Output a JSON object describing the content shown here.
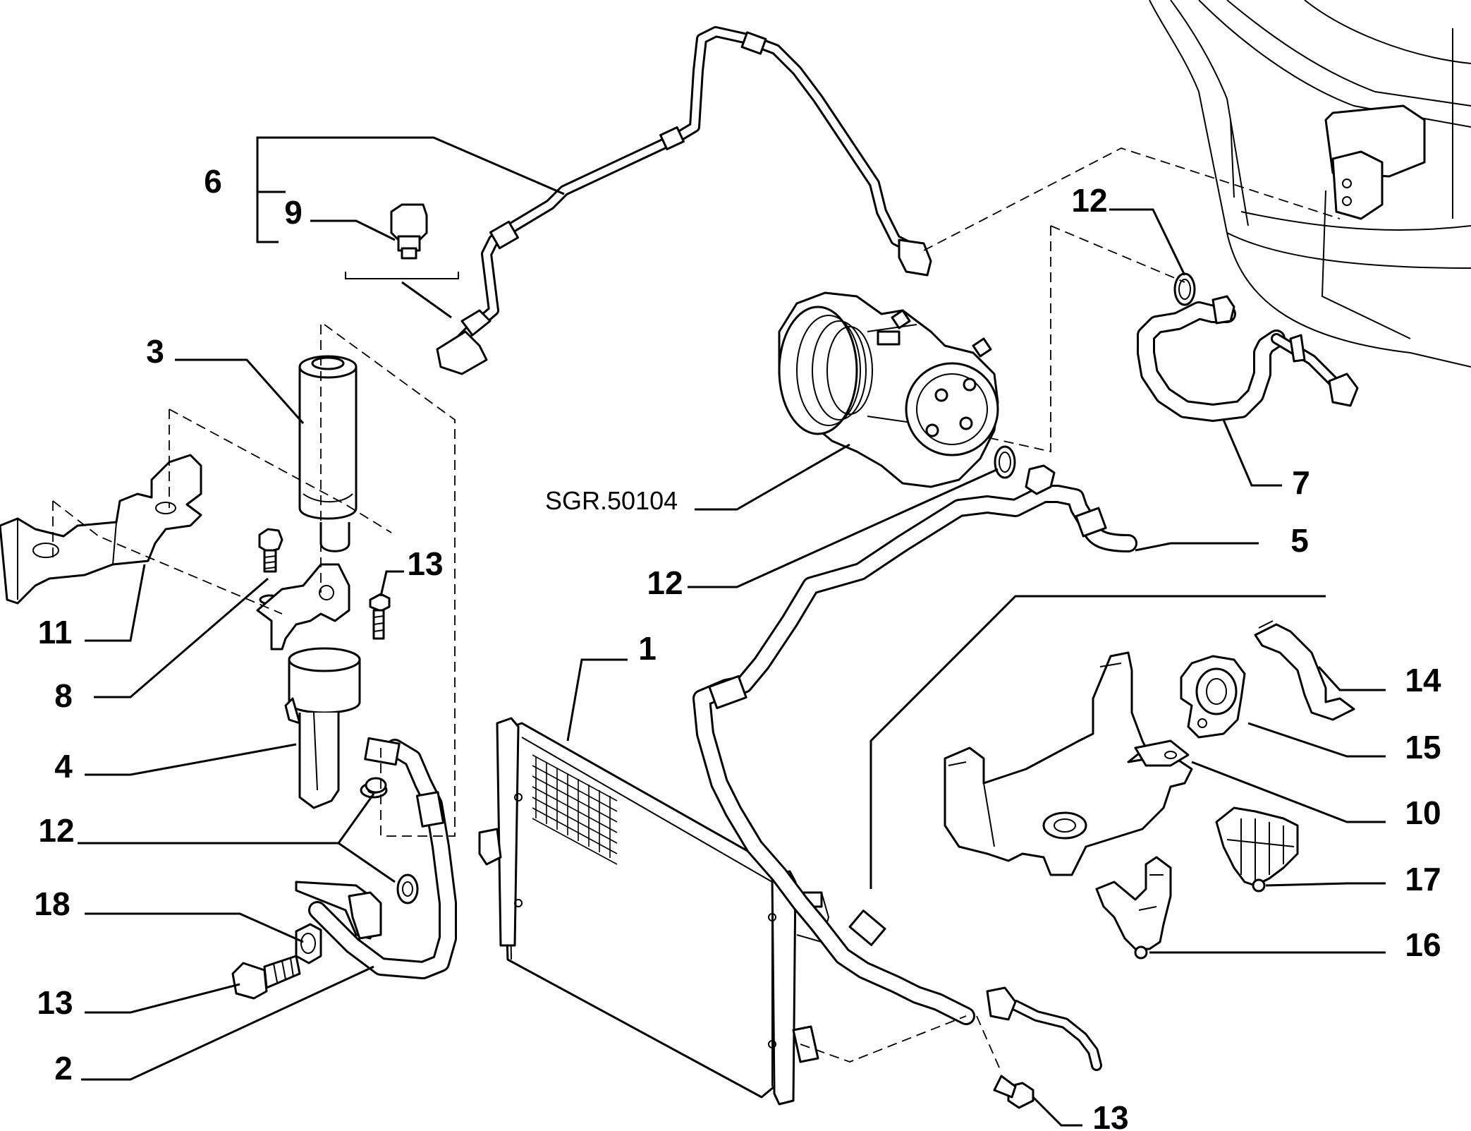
{
  "diagram": {
    "reference_code": "SGR.50104",
    "callouts": [
      {
        "id": "c1",
        "text": "1"
      },
      {
        "id": "c2",
        "text": "2"
      },
      {
        "id": "c3",
        "text": "3"
      },
      {
        "id": "c4",
        "text": "4"
      },
      {
        "id": "c5",
        "text": "5"
      },
      {
        "id": "c6",
        "text": "6"
      },
      {
        "id": "c7",
        "text": "7"
      },
      {
        "id": "c8",
        "text": "8"
      },
      {
        "id": "c9",
        "text": "9"
      },
      {
        "id": "c10",
        "text": "10"
      },
      {
        "id": "c11",
        "text": "11"
      },
      {
        "id": "c12a",
        "text": "12"
      },
      {
        "id": "c12b",
        "text": "12"
      },
      {
        "id": "c12c",
        "text": "12"
      },
      {
        "id": "c13a",
        "text": "13"
      },
      {
        "id": "c13b",
        "text": "13"
      },
      {
        "id": "c13c",
        "text": "13"
      },
      {
        "id": "c14",
        "text": "14"
      },
      {
        "id": "c15",
        "text": "15"
      },
      {
        "id": "c16",
        "text": "16"
      },
      {
        "id": "c17",
        "text": "17"
      },
      {
        "id": "c18",
        "text": "18"
      }
    ]
  }
}
